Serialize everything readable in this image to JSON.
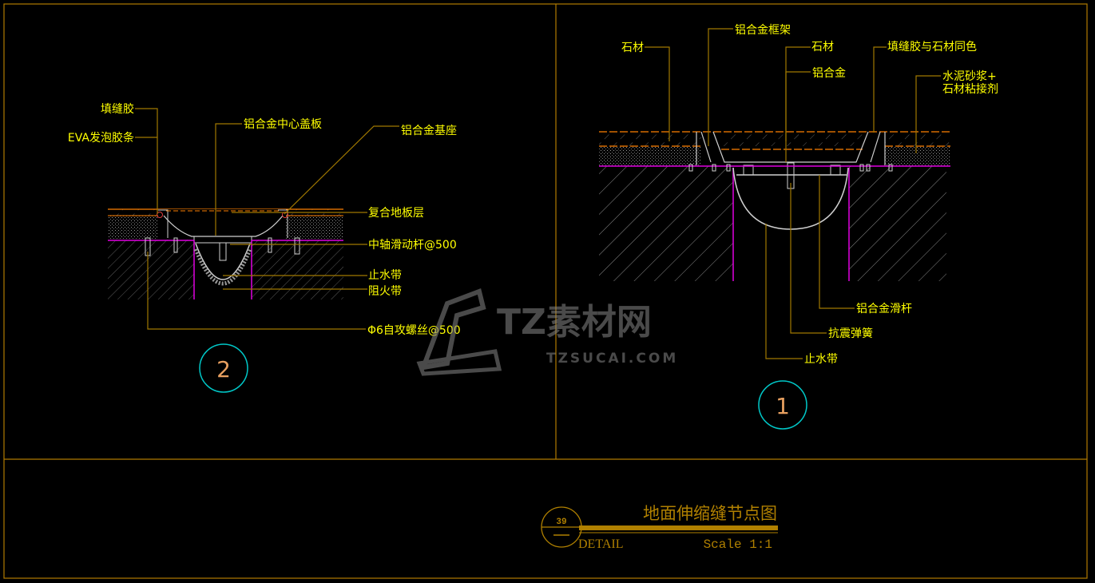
{
  "colors": {
    "background": "#000000",
    "frame": "#b07a00",
    "label": "#ffff00",
    "leader": "#a07800",
    "circle": "#00c8c8",
    "circle_text": "#e8a060",
    "title": "#b08000",
    "magenta": "#e000e0",
    "orange": "#ff8000"
  },
  "detail2": {
    "number": "2",
    "labels": {
      "fill_glue": "填缝胶",
      "eva_strip": "EVA发泡胶条",
      "center_cover": "铝合金中心盖板",
      "base_seat": "铝合金基座",
      "composite_floor": "复合地板层",
      "slide_rod": "中轴滑动杆@500",
      "waterstop": "止水带",
      "fire_barrier": "阻火带",
      "screw": "Φ6自攻螺丝@500"
    }
  },
  "detail1": {
    "number": "1",
    "labels": {
      "stone_left": "石材",
      "frame": "铝合金框架",
      "stone_center": "石材",
      "aluminum": "铝合金",
      "fill_glue_same_color": "填缝胶与石材同色",
      "mortar_line1": "水泥砂浆+",
      "mortar_line2": "石材粘接剂",
      "slide_rod": "铝合金滑杆",
      "spring": "抗震弹簧",
      "waterstop": "止水带"
    }
  },
  "title_block": {
    "sheet_number": "39",
    "title": "地面伸缩缝节点图",
    "detail_label": "DETAIL",
    "scale": "Scale 1:1"
  },
  "watermark": {
    "brand": "TZ素材网",
    "url": "TZSUCAI.COM"
  }
}
